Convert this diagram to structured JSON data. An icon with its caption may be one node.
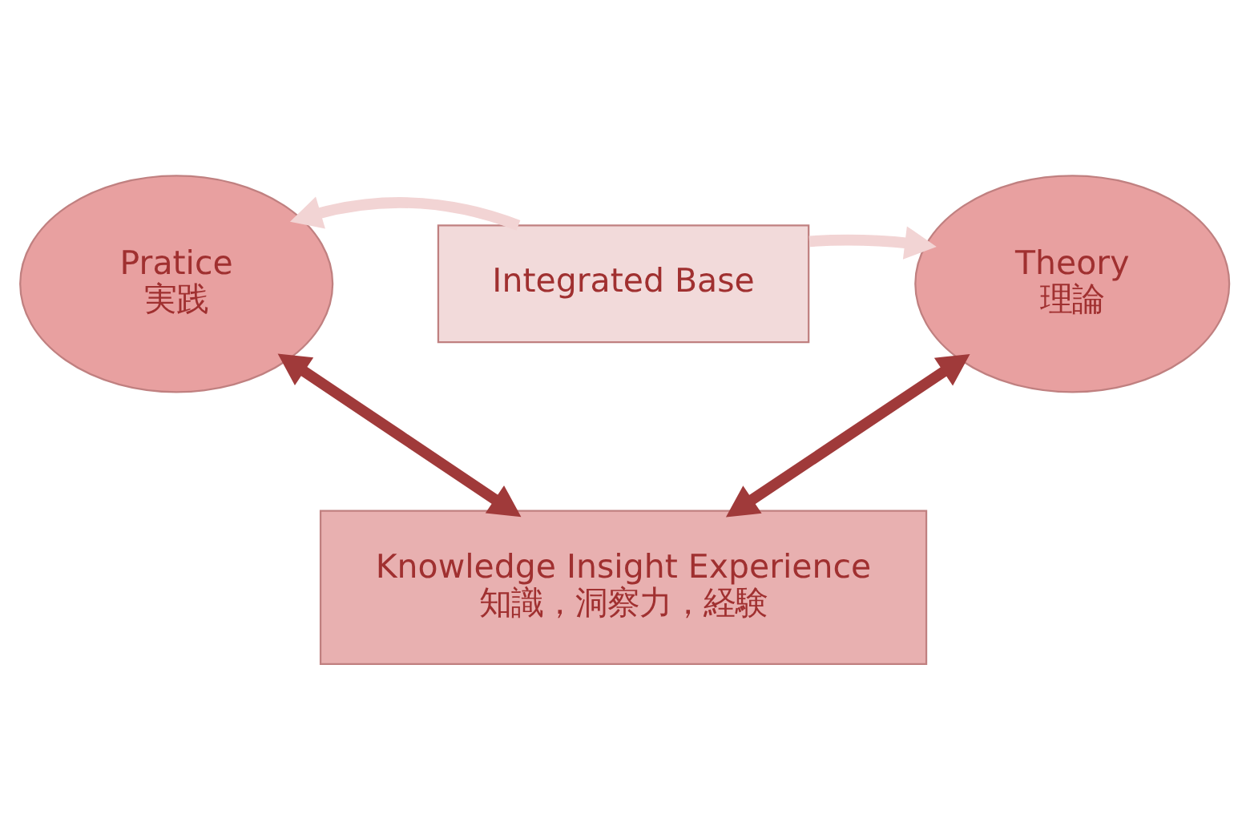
{
  "diagram": {
    "nodes": [
      {
        "text": [
          "Pratice",
          "実践"
        ]
      },
      {
        "text": [
          "Integrated Base"
        ]
      },
      {
        "text": [
          "Theory",
          "理論"
        ]
      },
      {
        "text": [
          "Knowledge Insight Experience",
          "知識，洞察力，経験"
        ]
      }
    ],
    "edges": [
      {
        "from": 1,
        "to": 0,
        "arrow": "to",
        "color": "#f2d4d4"
      },
      {
        "from": 1,
        "to": 2,
        "arrow": "to",
        "color": "#f2d4d4"
      },
      {
        "from": 3,
        "to": 0,
        "arrow": "both",
        "color": "#a03a3a"
      },
      {
        "from": 3,
        "to": 2,
        "arrow": "both",
        "color": "#a03a3a"
      }
    ]
  }
}
